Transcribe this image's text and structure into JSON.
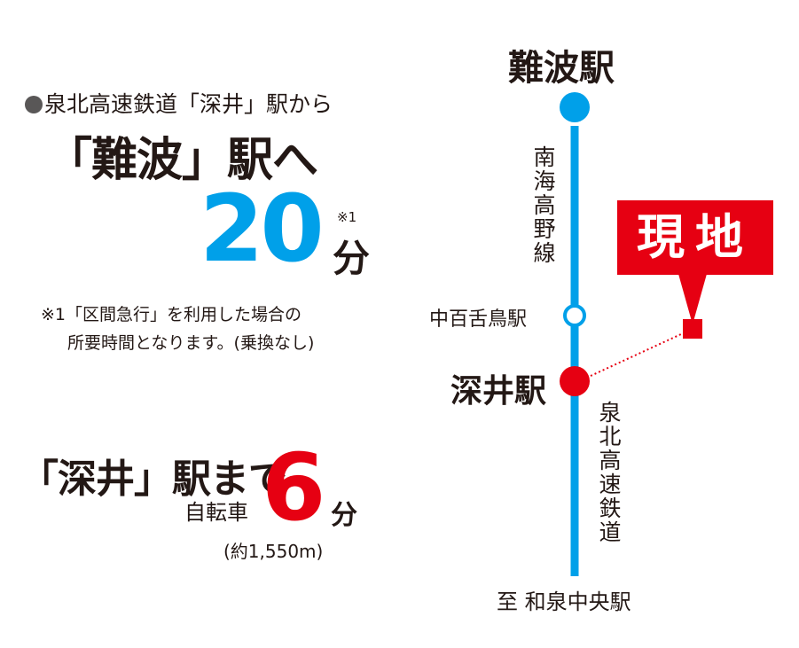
{
  "left": {
    "lead": "泉北高速鉄道「深井」駅から",
    "destination": "「難波」駅へ",
    "time_value": "20",
    "note_mark": "※1",
    "time_unit": "分",
    "note_line1": "※1「区間急行」を利用した場合の",
    "note_line2": "所要時間となります。(乗換なし)",
    "bike_destination": "「深井」駅まで",
    "bike_mode": "自転車",
    "bike_value": "6",
    "bike_unit": "分",
    "bike_distance": "(約1,550m)"
  },
  "map": {
    "station_top": "難波駅",
    "station_mid": "中百舌鳥駅",
    "station_local": "深井駅",
    "terminus": "至 和泉中央駅",
    "line_upper": "南海高野線",
    "line_lower": "泉北高速鉄道",
    "site_label": "現地"
  },
  "colors": {
    "line_blue": "#00a0e9",
    "accent_red": "#e60012",
    "text": "#231815",
    "bullet_gray": "#595757"
  }
}
